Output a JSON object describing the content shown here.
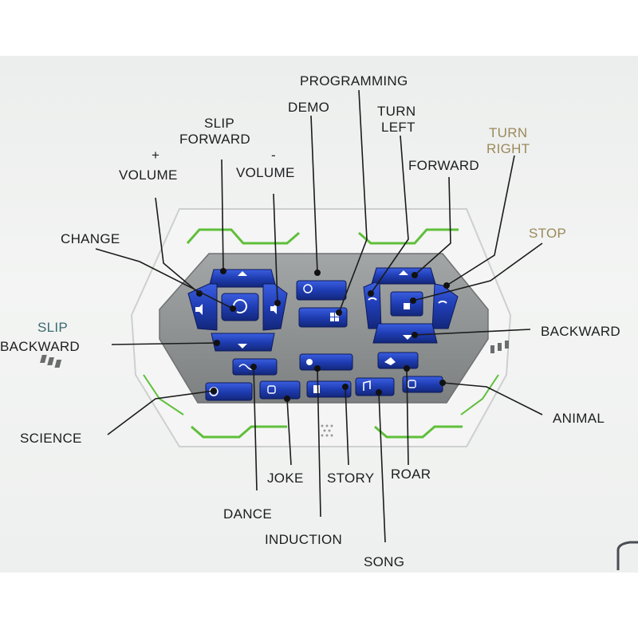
{
  "labels": {
    "programming": "PROGRAMMING",
    "demo": "DEMO",
    "turn_left_1": "TURN",
    "turn_left_2": "LEFT",
    "turn_right_1": "TURN",
    "turn_right_2": "RIGHT",
    "slip_forward_1": "SLIP",
    "slip_forward_2": "FORWARD",
    "volume_plus_sign": "+",
    "volume_plus": "VOLUME",
    "volume_minus_sign": "-",
    "volume_minus": "VOLUME",
    "forward": "FORWARD",
    "change": "CHANGE",
    "stop": "STOP",
    "slip_backward_1": "SLIP",
    "slip_backward_2": "BACKWARD",
    "backward": "BACKWARD",
    "science": "SCIENCE",
    "animal": "ANIMAL",
    "joke": "JOKE",
    "story": "STORY",
    "roar": "ROAR",
    "dance": "DANCE",
    "induction": "INDUCTION",
    "song": "SONG"
  },
  "colors": {
    "button": "#1f3db3",
    "accent_green": "#5fbf3a",
    "panel": "#8e9192",
    "label_gold": "#9b8a5a"
  }
}
